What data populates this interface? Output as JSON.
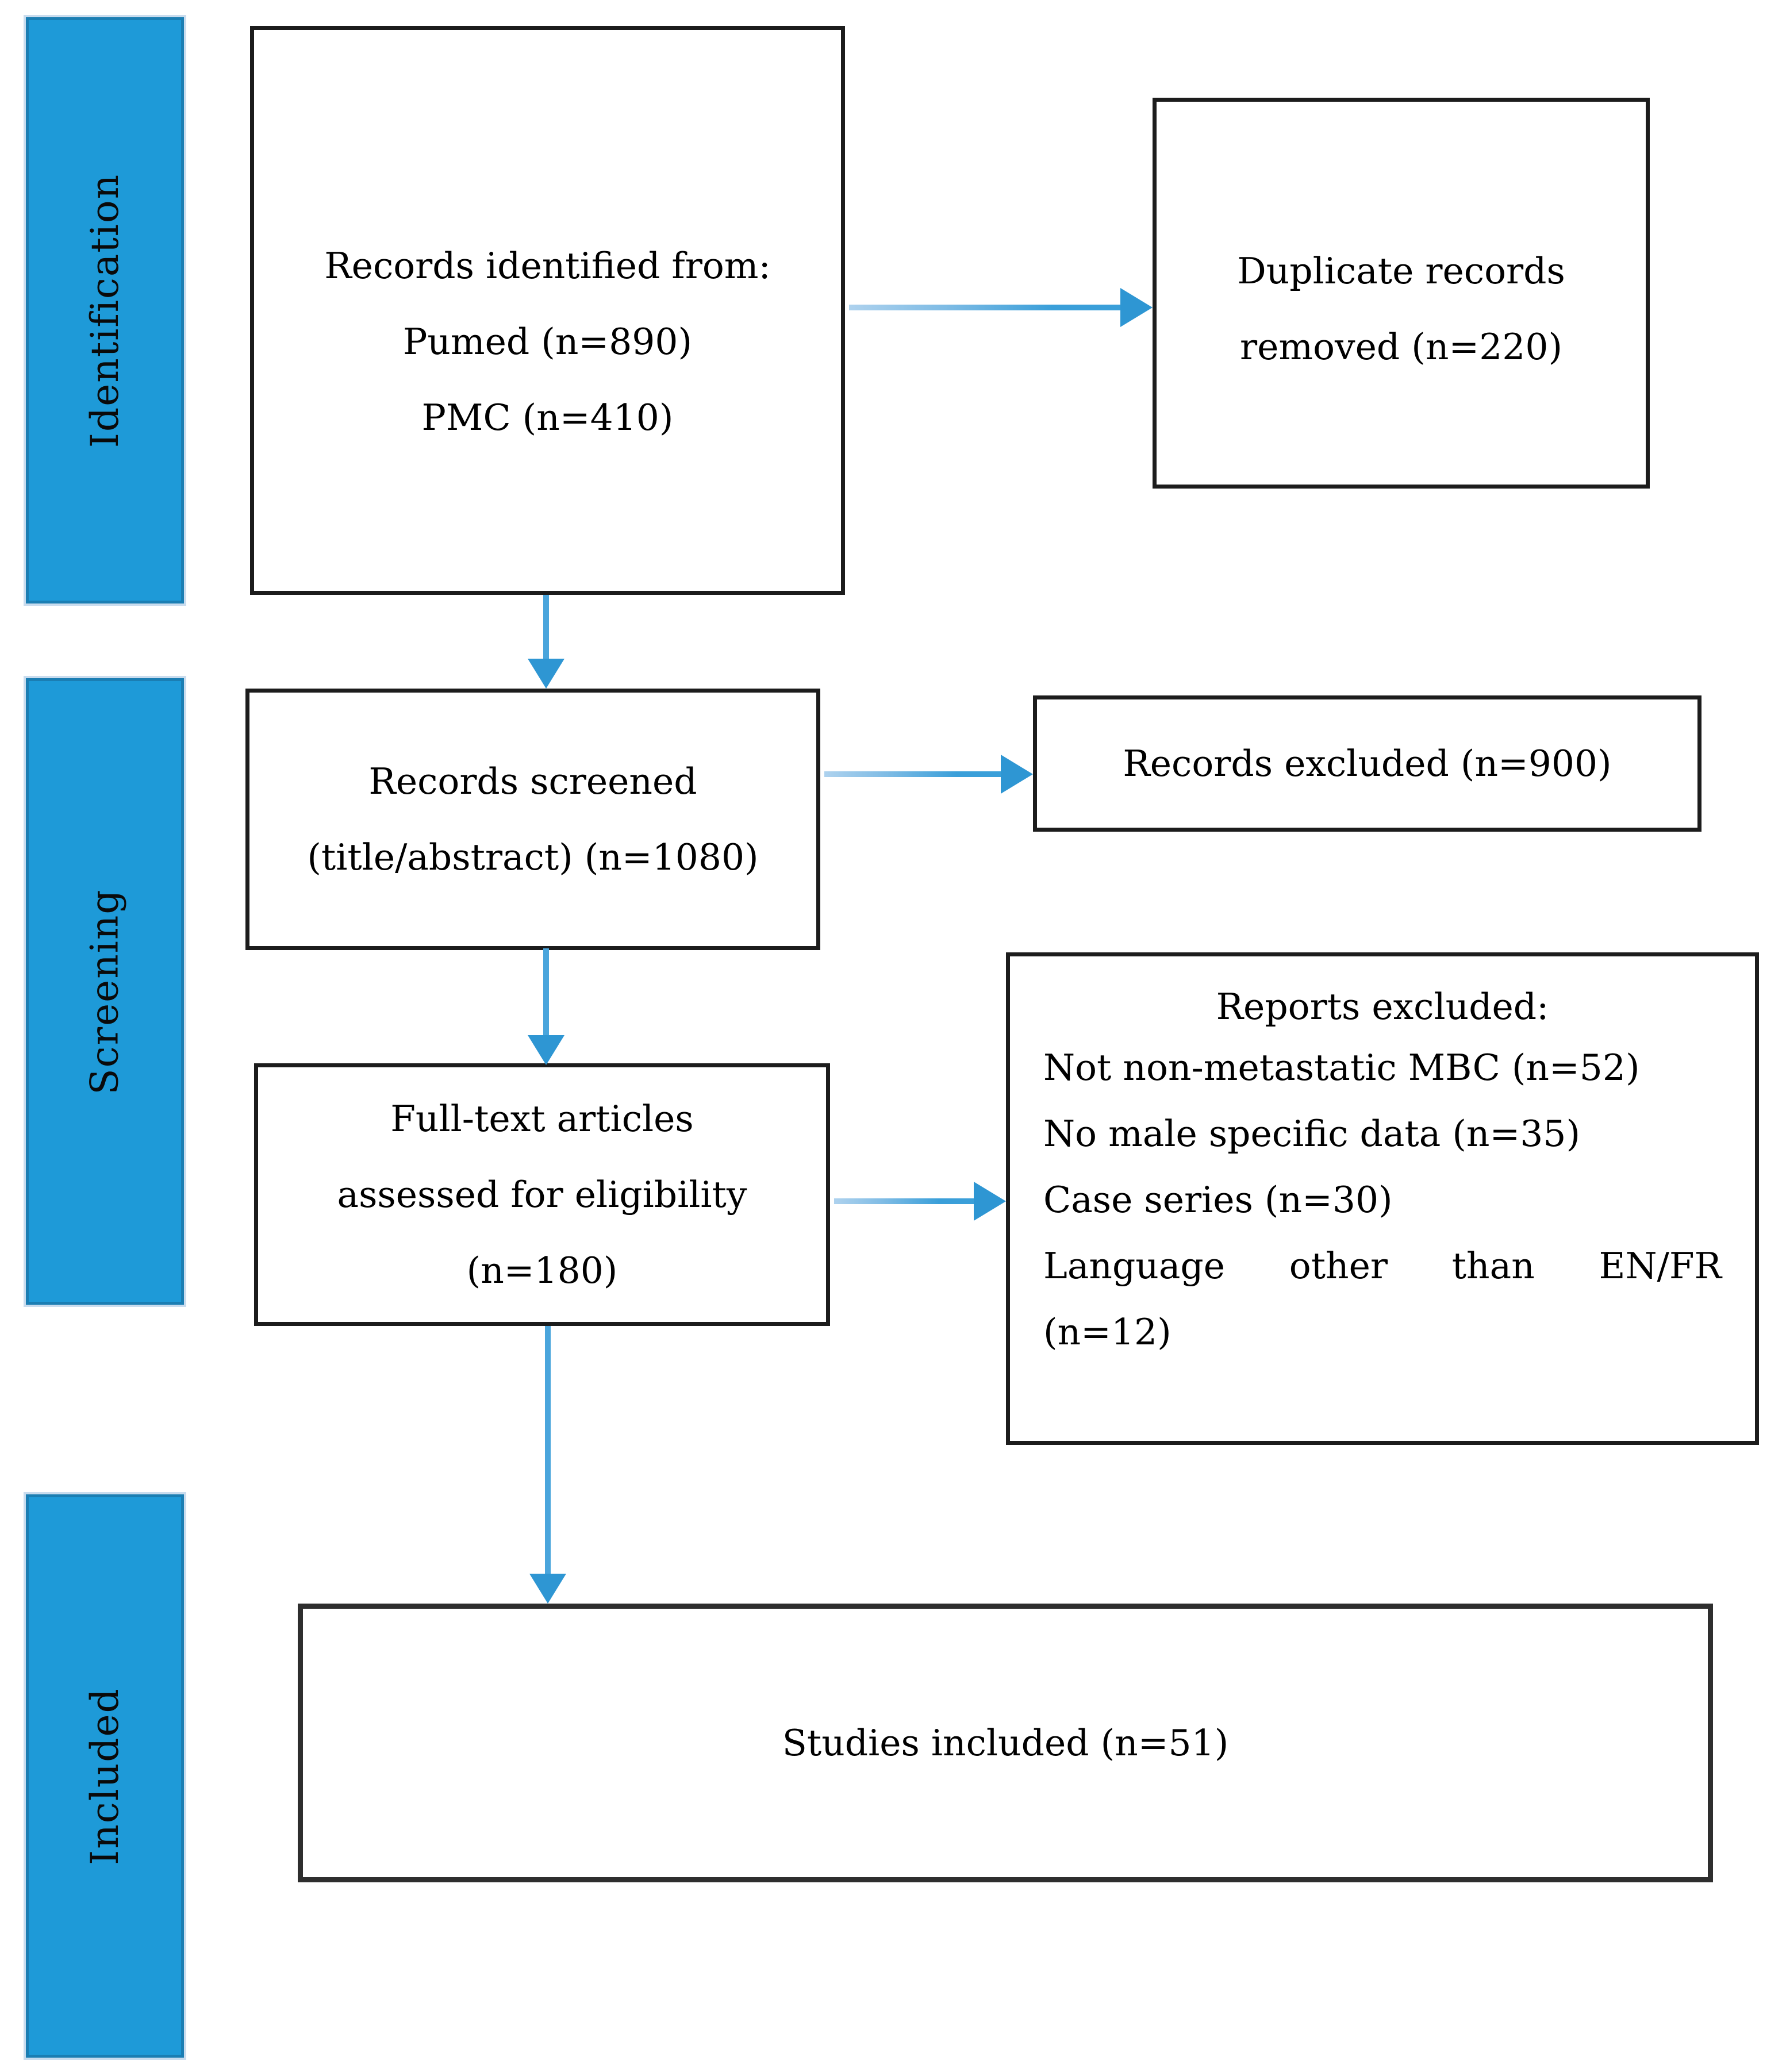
{
  "stages": [
    {
      "label": "Identification"
    },
    {
      "label": "Screening"
    },
    {
      "label": "Included"
    }
  ],
  "boxes": {
    "records_identified": {
      "lines": [
        "Records identified from:",
        "Pumed (n=890)",
        "PMC (n=410)"
      ]
    },
    "duplicate_records": {
      "lines": [
        "Duplicate records",
        "removed (n=220)"
      ]
    },
    "records_screened": {
      "lines": [
        "Records screened",
        "(title/abstract) (n=1080)"
      ]
    },
    "records_excluded": {
      "label": "Records excluded (n=900)"
    },
    "full_text": {
      "lines": [
        "Full-text articles",
        "assessed for eligibility",
        "(n=180)"
      ]
    },
    "reports_excluded": {
      "title": "Reports excluded:",
      "lines": [
        "Not non-metastatic MBC (n=52)",
        "No male specific data (n=35)",
        "Case series (n=30)",
        "Language other than EN/FR",
        "(n=12)"
      ]
    },
    "studies_included": {
      "label": "Studies included (n=51)"
    }
  },
  "colors": {
    "stage_fill": "#1E9AD8",
    "stage_border": "#1B7EB3",
    "arrow": "#3A9FD9",
    "box_border": "#1c1c1c",
    "background": "#ffffff"
  }
}
